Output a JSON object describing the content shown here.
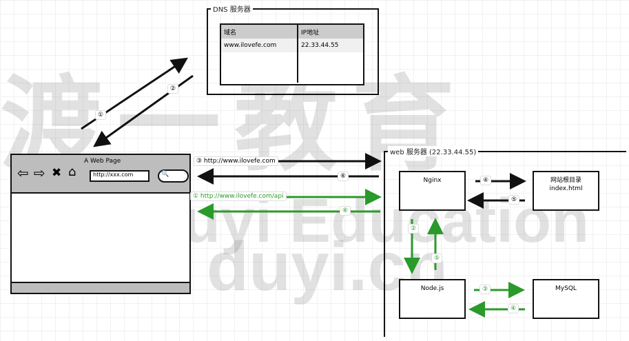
{
  "watermark": {
    "line1": "渡一教育",
    "line2": "Duyi Education",
    "line3": "duyi.cn"
  },
  "dns": {
    "title": "DNS 服务器",
    "headers": [
      "域名",
      "IP地址"
    ],
    "rows": [
      [
        "www.ilovefe.com",
        "22.33.44.55"
      ]
    ]
  },
  "browser": {
    "title": "A Web Page",
    "url": "http://xxx.com"
  },
  "web": {
    "title": "web 服务器  (22.33.44.55)",
    "nginx": "Nginx",
    "root_line1": "网站根目录",
    "root_line2": "index.html",
    "node": "Node.js",
    "mysql": "MySQL"
  },
  "arrows": {
    "step1": "①",
    "step2": "②",
    "req": "③ http://www.ilovefe.com",
    "resp": "⑥",
    "api_req": "① http://www.ilovefe.com/api",
    "api_resp": "⑥",
    "ng_to_root": "④",
    "root_to_ng": "⑤",
    "ng_to_node": "②",
    "node_to_ng": "⑤",
    "node_to_sql": "③",
    "sql_to_node": "④"
  },
  "colors": {
    "black": "#111111",
    "green": "#2a9a2a"
  }
}
